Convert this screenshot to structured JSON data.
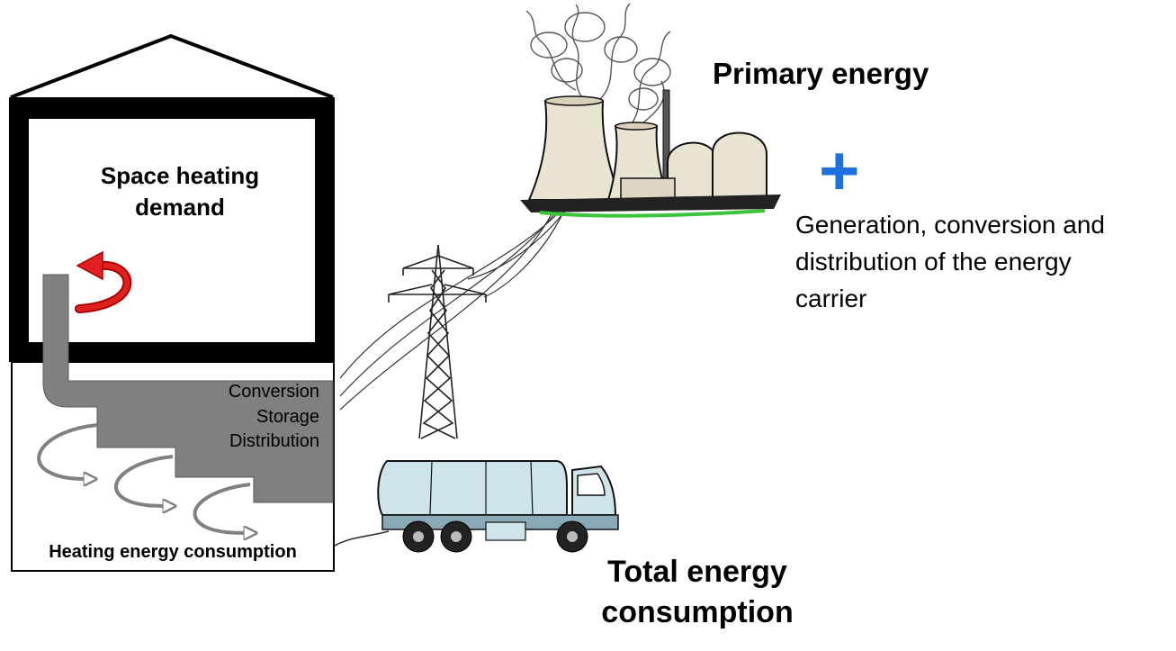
{
  "labels": {
    "space_heating": "Space heating demand",
    "stages": [
      "Conversion",
      "Storage",
      "Distribution"
    ],
    "heating_consumption": "Heating energy consumption",
    "primary_energy": "Primary energy",
    "plus": "+",
    "generation": "Generation, conversion and distribution of the energy carrier",
    "total_energy": "Total energy consumption"
  },
  "colors": {
    "house": "#000000",
    "heat_arrow": "#cc1111",
    "flow": "#808080",
    "plus": "#1f6fe0",
    "cooling_tower": "#e9e3d2",
    "tanker": "#cfe3ea"
  },
  "icons": [
    "house-icon",
    "heat-return-arrow-icon",
    "heat-loss-arrow-icon",
    "power-plant-icon",
    "pylon-icon",
    "tanker-truck-icon"
  ]
}
